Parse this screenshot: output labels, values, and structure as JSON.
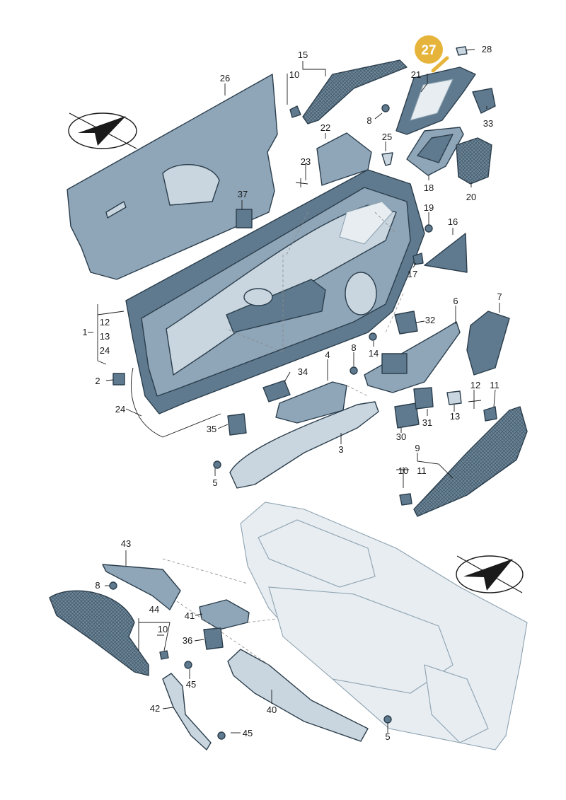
{
  "highlight": {
    "number": "27",
    "color": "#e7b43b",
    "text_color": "#ffffff"
  },
  "labels": {
    "l1": "1",
    "l2": "2",
    "l3": "3",
    "l4": "4",
    "l5a": "5",
    "l5b": "5",
    "l6": "6",
    "l7": "7",
    "l8a": "8",
    "l8b": "8",
    "l8c": "8",
    "l9": "9",
    "l10a": "10",
    "l10b": "10",
    "l10c": "10",
    "l11a": "11",
    "l11b": "11",
    "l12a": "12",
    "l12b": "12",
    "l13a": "13",
    "l13b": "13",
    "l14": "14",
    "l15": "15",
    "l16": "16",
    "l17": "17",
    "l18": "18",
    "l19": "19",
    "l20": "20",
    "l21": "21",
    "l22": "22",
    "l23": "23",
    "l24a": "24",
    "l24b": "24",
    "l25": "25",
    "l26": "26",
    "l28": "28",
    "l30": "30",
    "l31": "31",
    "l32": "32",
    "l33": "33",
    "l34": "34",
    "l35": "35",
    "l36": "36",
    "l37": "37",
    "l40": "40",
    "l41": "41",
    "l42": "42",
    "l43": "43",
    "l44": "44",
    "l45a": "45",
    "l45b": "45"
  },
  "colors": {
    "part_dark": "#5f7a8e",
    "part_mid": "#8fa6b8",
    "part_light": "#c9d6df",
    "outline": "#2b3e4d"
  }
}
